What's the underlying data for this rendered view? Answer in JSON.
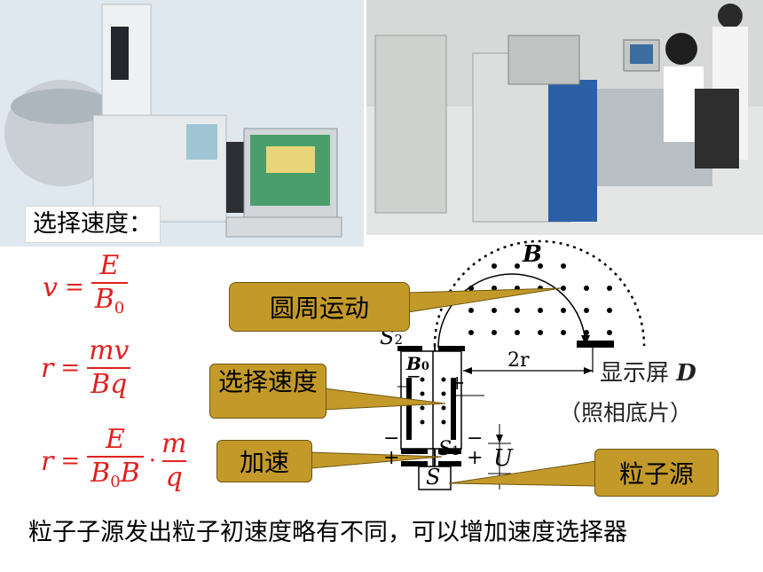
{
  "heading": "选择速度：",
  "formulas": {
    "f1": {
      "lhs": "v",
      "eq": "=",
      "num": "E",
      "den_var": "B",
      "den_sub": "0"
    },
    "f2": {
      "lhs": "r",
      "eq": "=",
      "num": "mv",
      "den": "Bq"
    },
    "f3": {
      "lhs": "r",
      "eq": "=",
      "num1": "E",
      "den1_var": "B",
      "den1_sub": "0",
      "den1_tail": "B",
      "op": "·",
      "num2": "m",
      "den2": "q"
    }
  },
  "callouts": {
    "circular": "圆周运动",
    "select": "选择速度",
    "accel": "加速",
    "source": "粒子源"
  },
  "diagram": {
    "field": "B",
    "s2": "S",
    "s2_sub": "2",
    "b0": "B",
    "b0_sub": "0",
    "s1": "S",
    "s1_sub": "1",
    "s": "S",
    "u": "U",
    "two_r": "2r",
    "screen": "显示屏",
    "screen_letter": "D",
    "film": "（照相底片）",
    "plus": "+",
    "minus": "−"
  },
  "bottom_note": "粒子子源发出粒子初速度略有不同，可以增加速度选择器",
  "colors": {
    "callout_fill": "#c39a2a",
    "formula": "#e0201e"
  }
}
